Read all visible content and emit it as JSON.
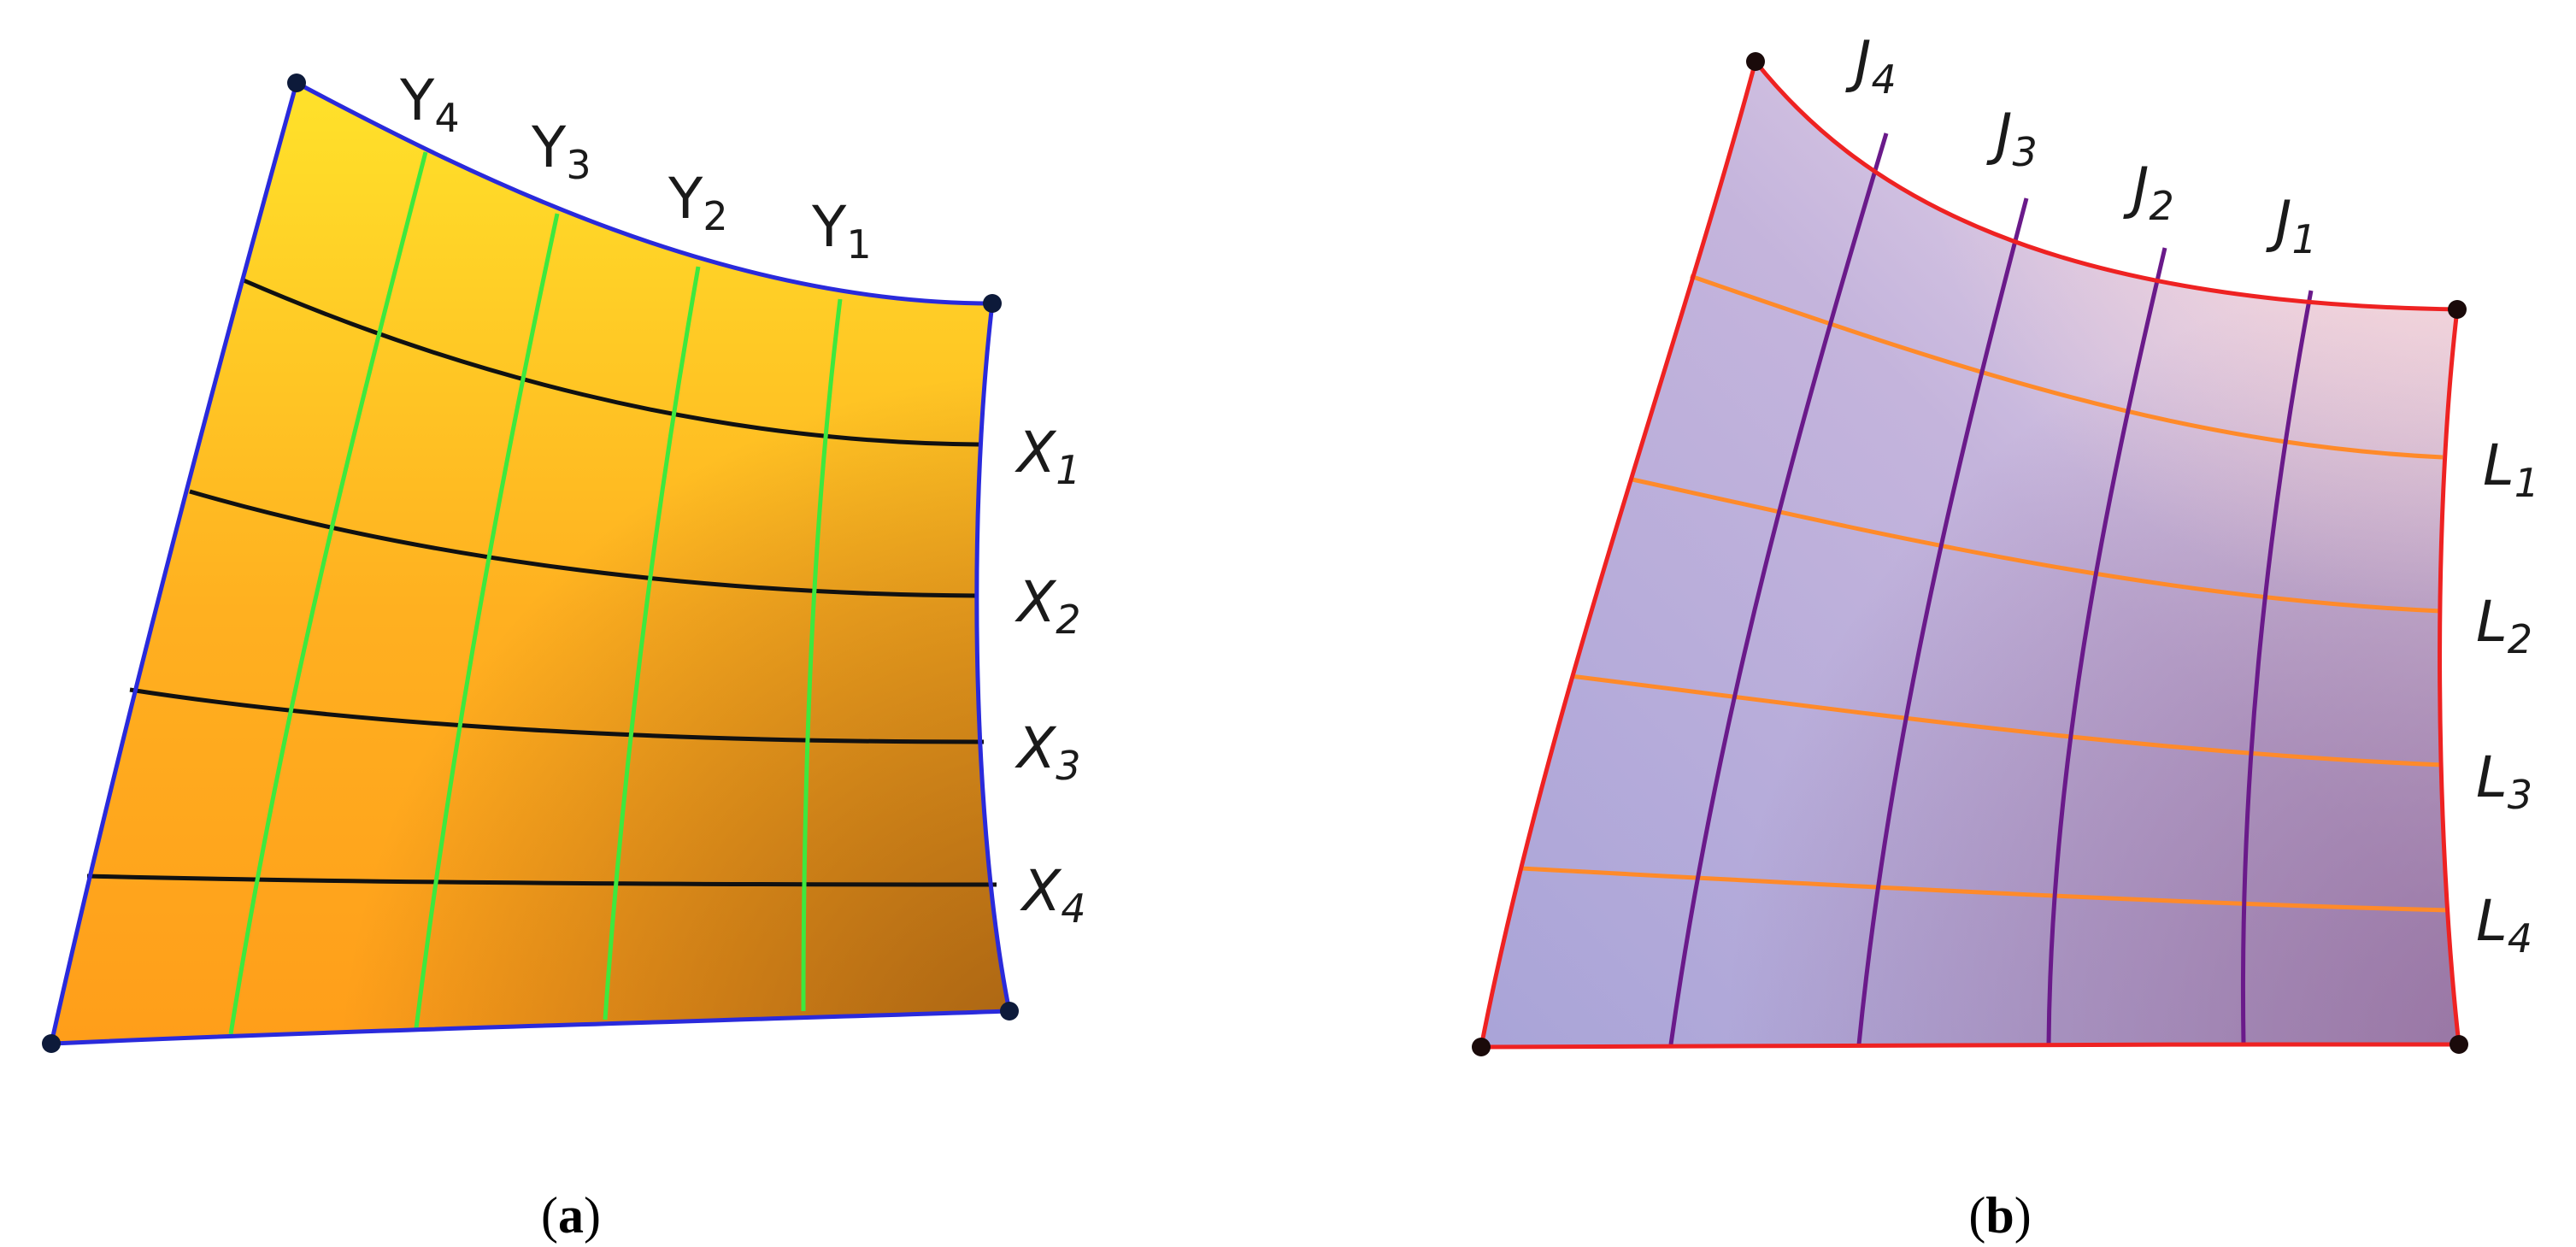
{
  "panels": [
    {
      "id": "a",
      "caption_letter": "a",
      "longitudinal_labels": [
        {
          "letter": "Y",
          "sub": "4"
        },
        {
          "letter": "Y",
          "sub": "3"
        },
        {
          "letter": "Y",
          "sub": "2"
        },
        {
          "letter": "Y",
          "sub": "1"
        }
      ],
      "transverse_labels": [
        {
          "letter": "X",
          "sub": "1"
        },
        {
          "letter": "X",
          "sub": "2"
        },
        {
          "letter": "X",
          "sub": "3"
        },
        {
          "letter": "X",
          "sub": "4"
        }
      ],
      "colors": {
        "boundary": "#2a2adb",
        "longitudinal_curves": "#3ee83e",
        "transverse_curves": "#111111",
        "corner_points": "#0d1a3a",
        "surface_light": "#ffe22a",
        "surface_mid": "#ff9e1a",
        "surface_dark": "#9a5a12"
      }
    },
    {
      "id": "b",
      "caption_letter": "b",
      "longitudinal_labels": [
        {
          "letter": "J",
          "sub": "4"
        },
        {
          "letter": "J",
          "sub": "3"
        },
        {
          "letter": "J",
          "sub": "2"
        },
        {
          "letter": "J",
          "sub": "1"
        }
      ],
      "transverse_labels": [
        {
          "letter": "L",
          "sub": "1"
        },
        {
          "letter": "L",
          "sub": "2"
        },
        {
          "letter": "L",
          "sub": "3"
        },
        {
          "letter": "L",
          "sub": "4"
        }
      ],
      "colors": {
        "boundary": "#ee2222",
        "longitudinal_curves": "#6a1a8a",
        "transverse_curves": "#ff8a2a",
        "corner_points": "#1a0a0a",
        "surface_light": "#f6e4ee",
        "surface_mid": "#c4b4dc",
        "surface_dark": "#8a6090"
      }
    }
  ]
}
